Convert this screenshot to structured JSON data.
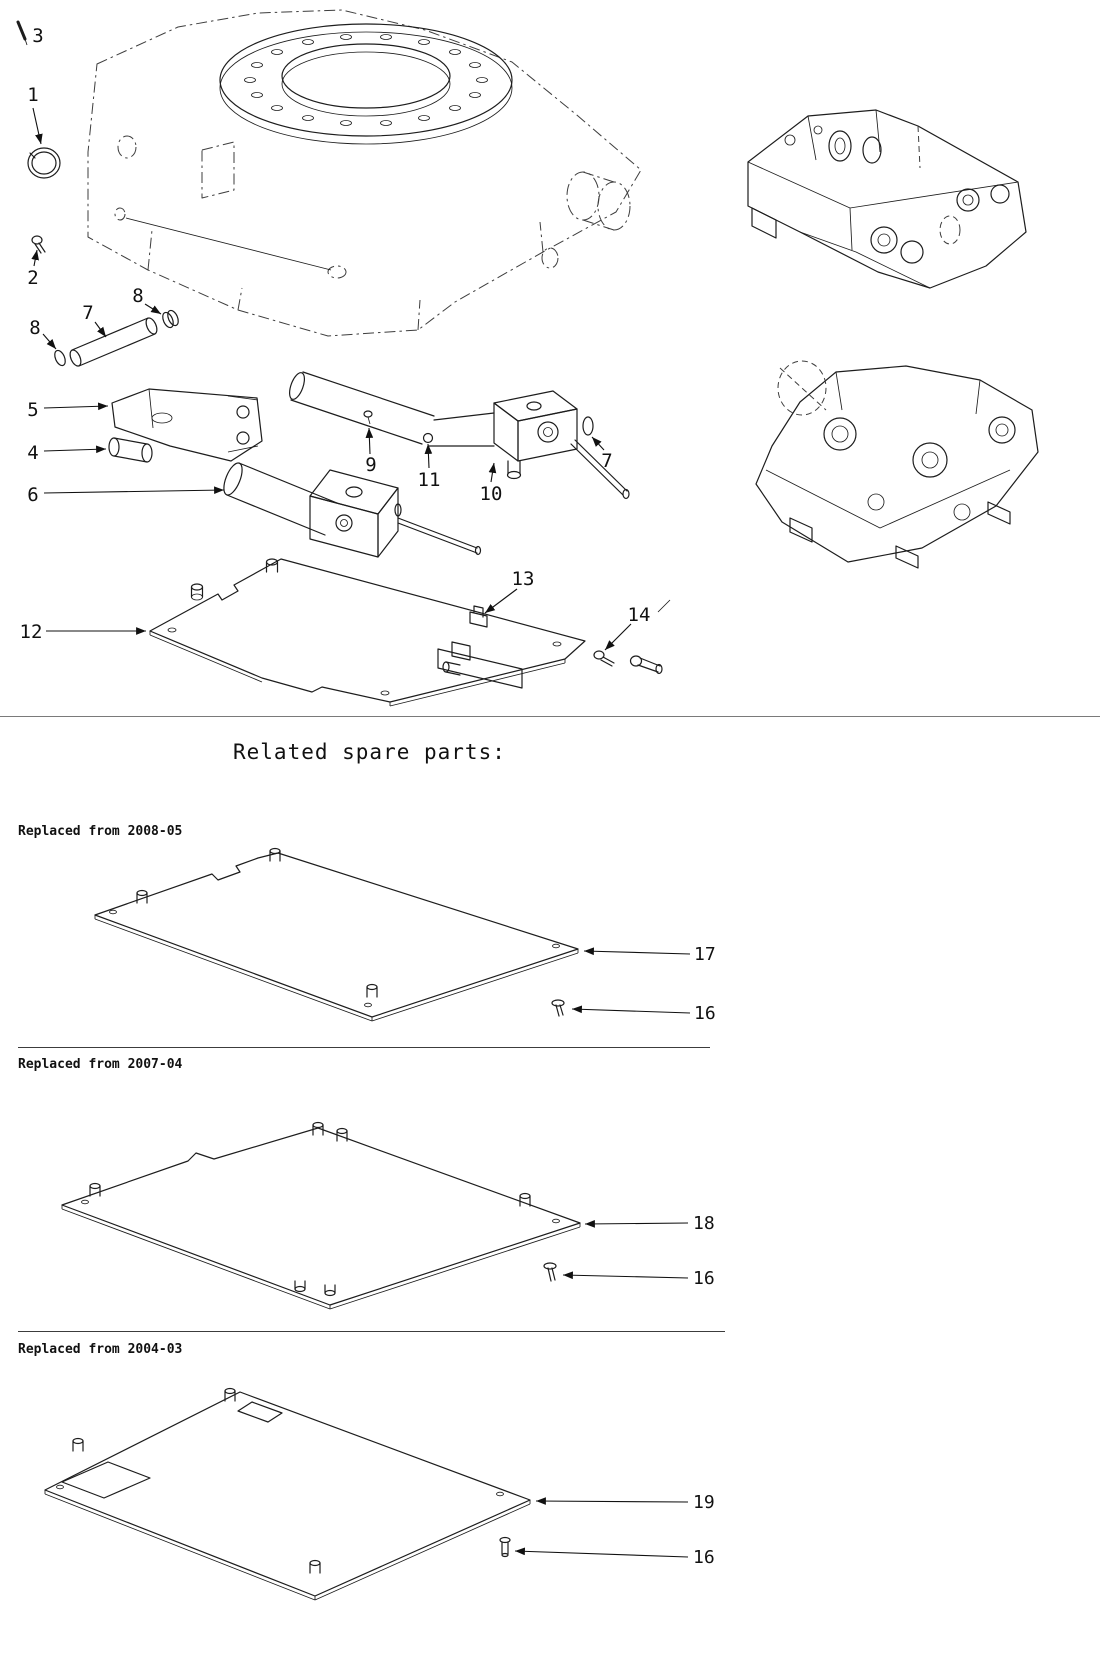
{
  "diagram": {
    "callouts": {
      "n1": "1",
      "n2": "2",
      "n3": "3",
      "n4": "4",
      "n5": "5",
      "n6": "6",
      "n7a": "7",
      "n7b": "7",
      "n8a": "8",
      "n8b": "8",
      "n9": "9",
      "n10": "10",
      "n11": "11",
      "n12": "12",
      "n13": "13",
      "n14": "14"
    }
  },
  "related": {
    "title": "Related spare parts:",
    "sections": [
      {
        "label": "Replaced from 2008-05",
        "part_callout": "17",
        "screw_callout": "16"
      },
      {
        "label": "Replaced from 2007-04",
        "part_callout": "18",
        "screw_callout": "16"
      },
      {
        "label": "Replaced from 2004-03",
        "part_callout": "19",
        "screw_callout": "16"
      }
    ]
  }
}
